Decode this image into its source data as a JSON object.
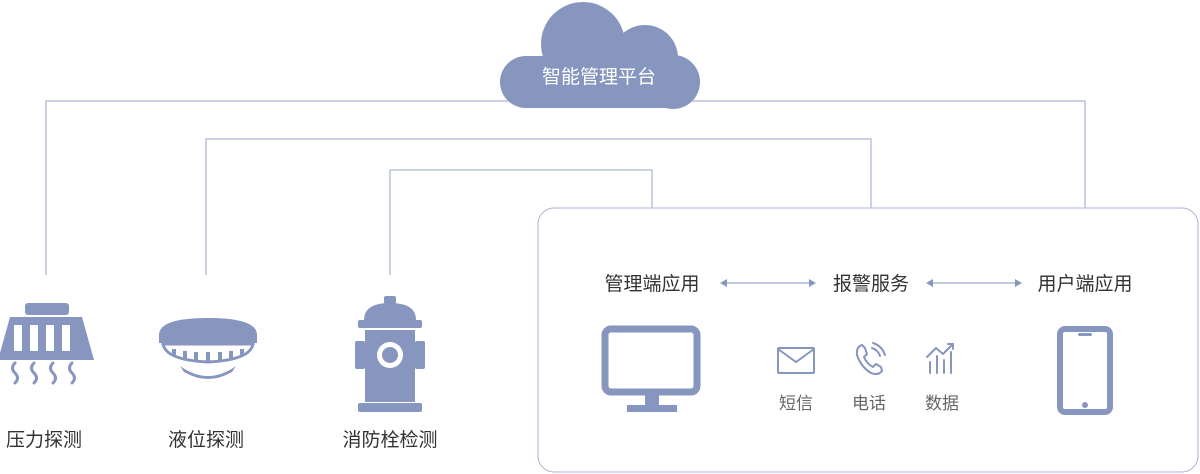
{
  "platform": {
    "label": "智能管理平台"
  },
  "devices": [
    {
      "id": "pressure",
      "label": "压力探测",
      "icon": "pressure-sensor-icon"
    },
    {
      "id": "liquid",
      "label": "液位探测",
      "icon": "smoke-detector-icon"
    },
    {
      "id": "hydrant",
      "label": "消防栓检测",
      "icon": "fire-hydrant-icon"
    }
  ],
  "system": {
    "admin_app": "管理端应用",
    "alarm_service": "报警服务",
    "user_app": "用户端应用",
    "channels": [
      {
        "label": "短信",
        "icon": "envelope-icon"
      },
      {
        "label": "电话",
        "icon": "phone-icon"
      },
      {
        "label": "数据",
        "icon": "data-chart-icon"
      }
    ]
  },
  "colors": {
    "accent": "#8796be",
    "line": "#9aa6c4",
    "text": "#333333",
    "subtext": "#666666",
    "box_border": "#aab4cf"
  }
}
